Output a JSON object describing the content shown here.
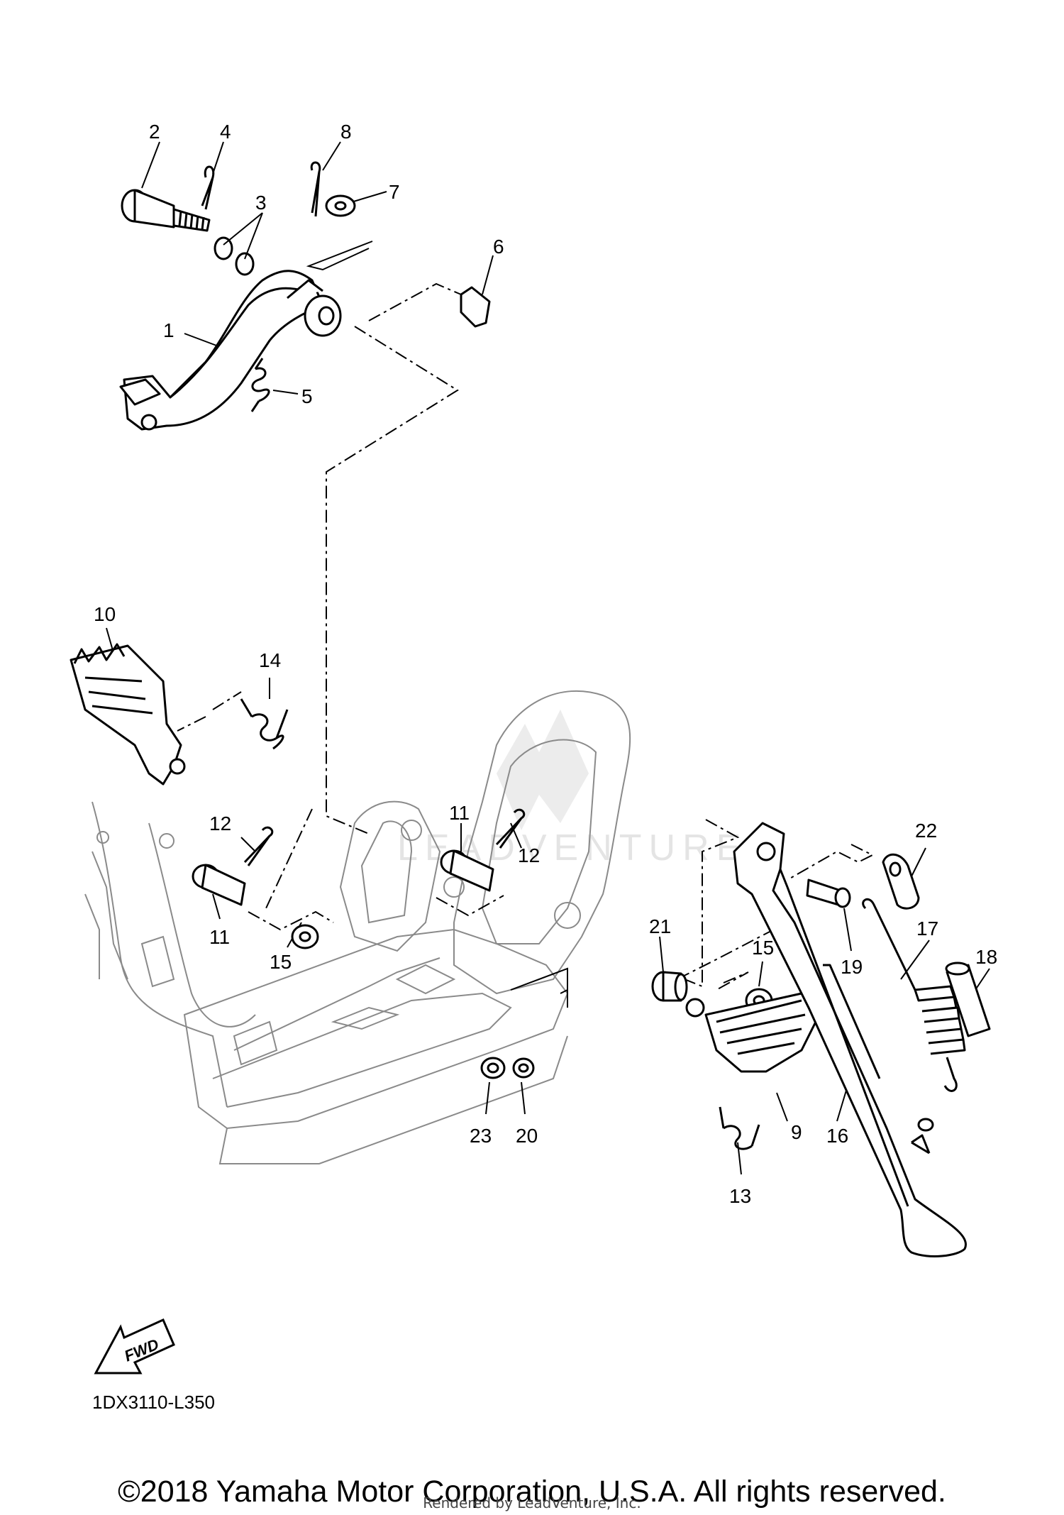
{
  "callouts": [
    {
      "num": "1",
      "label": "brake-pedal"
    },
    {
      "num": "2",
      "label": "pivot-shaft"
    },
    {
      "num": "3",
      "label": "o-rings"
    },
    {
      "num": "4",
      "label": "clip"
    },
    {
      "num": "5",
      "label": "torsion-spring"
    },
    {
      "num": "6",
      "label": "pin"
    },
    {
      "num": "7",
      "label": "washer"
    },
    {
      "num": "8",
      "label": "cotter-pin"
    },
    {
      "num": "9",
      "label": "footrest-left"
    },
    {
      "num": "10",
      "label": "footrest-right"
    },
    {
      "num": "11",
      "label": "footrest-pin"
    },
    {
      "num": "12",
      "label": "cotter-pin"
    },
    {
      "num": "13",
      "label": "spring"
    },
    {
      "num": "14",
      "label": "spring"
    },
    {
      "num": "15",
      "label": "washer"
    },
    {
      "num": "16",
      "label": "sidestand"
    },
    {
      "num": "17",
      "label": "spring"
    },
    {
      "num": "18",
      "label": "collar"
    },
    {
      "num": "19",
      "label": "bolt"
    },
    {
      "num": "20",
      "label": "washer"
    },
    {
      "num": "21",
      "label": "collar"
    },
    {
      "num": "22",
      "label": "plate"
    },
    {
      "num": "23",
      "label": "nut"
    }
  ],
  "fwd_label": "FWD",
  "diagram_code": "1DX3110-L350",
  "watermark": "LEADVENTURE",
  "copyright": "©2018 Yamaha Motor Corporation, U.S.A. All rights reserved.",
  "rendered_by": "Rendered by LeadVenture, Inc."
}
